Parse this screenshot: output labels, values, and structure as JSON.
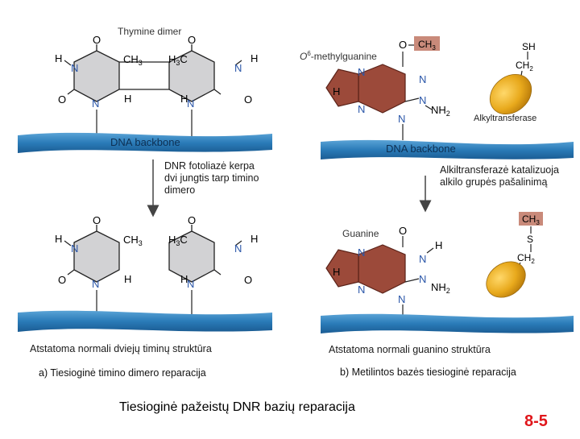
{
  "title": "Tiesioginė pažeistų DNR bazių reparacija",
  "slide_number": "8-5",
  "left_panel": {
    "top_label": "Thymine dimer",
    "backbone_label": "DNA backbone",
    "arrow_text": "DNR fotoliazė kerpa dvi jungtis tarp timino dimero",
    "result_caption": "Atstatoma normali dviejų timinų struktūra",
    "subtitle": "a) Tiesioginė timino dimero reparacija"
  },
  "right_panel": {
    "top_label_prefix": "O",
    "top_label_sup": "6",
    "top_label_suffix": "-methylguanine",
    "backbone_label": "DNA backbone",
    "enzyme_label": "Alkyltransferase",
    "arrow_text": "Alkiltransferazė katalizuoja alkilo grupės pašalinimą",
    "bottom_label": "Guanine",
    "result_caption": "Atstatoma normali guanino struktūra",
    "subtitle": "b) Metilintos bazės tiesioginė reparacija"
  },
  "atoms": {
    "H": "H",
    "N": "N",
    "O": "O",
    "S": "S",
    "SH": "SH",
    "CH3": "CH",
    "CH2": "CH",
    "sub3": "3",
    "sub2": "2",
    "NH2": "NH"
  },
  "colors": {
    "backbone": "#2a7bb8",
    "ring_fill": "#d2d2d4",
    "purine_fill": "#9c4a3a",
    "methyl_box": "#c98a7a",
    "enzyme": "#e8a91c",
    "arrow": "#444444",
    "slide_number": "#e0161b"
  }
}
